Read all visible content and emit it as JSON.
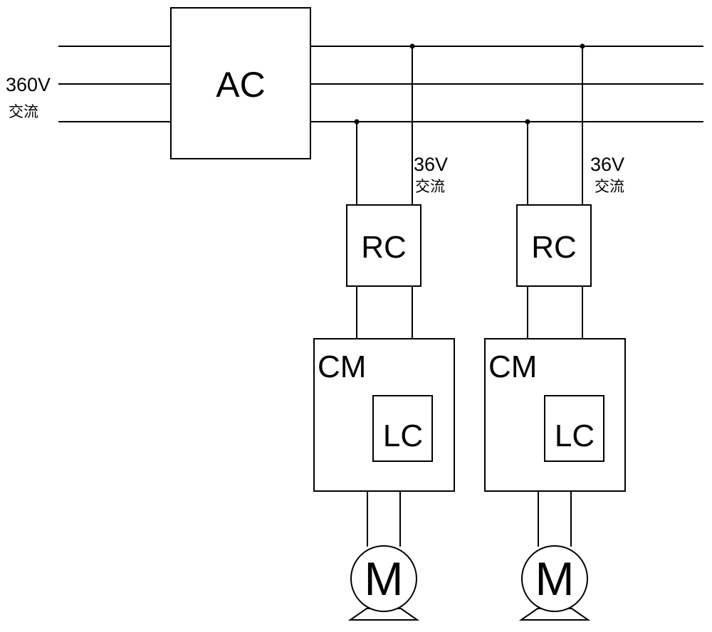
{
  "input": {
    "voltage": "360V",
    "type": "交流"
  },
  "ac_box": {
    "label": "AC"
  },
  "branches": [
    {
      "voltage": "36V",
      "type": "交流",
      "rc_label": "RC",
      "cm_label": "CM",
      "lc_label": "LC",
      "motor_label": "M"
    },
    {
      "voltage": "36V",
      "type": "交流",
      "rc_label": "RC",
      "cm_label": "CM",
      "lc_label": "LC",
      "motor_label": "M"
    }
  ]
}
